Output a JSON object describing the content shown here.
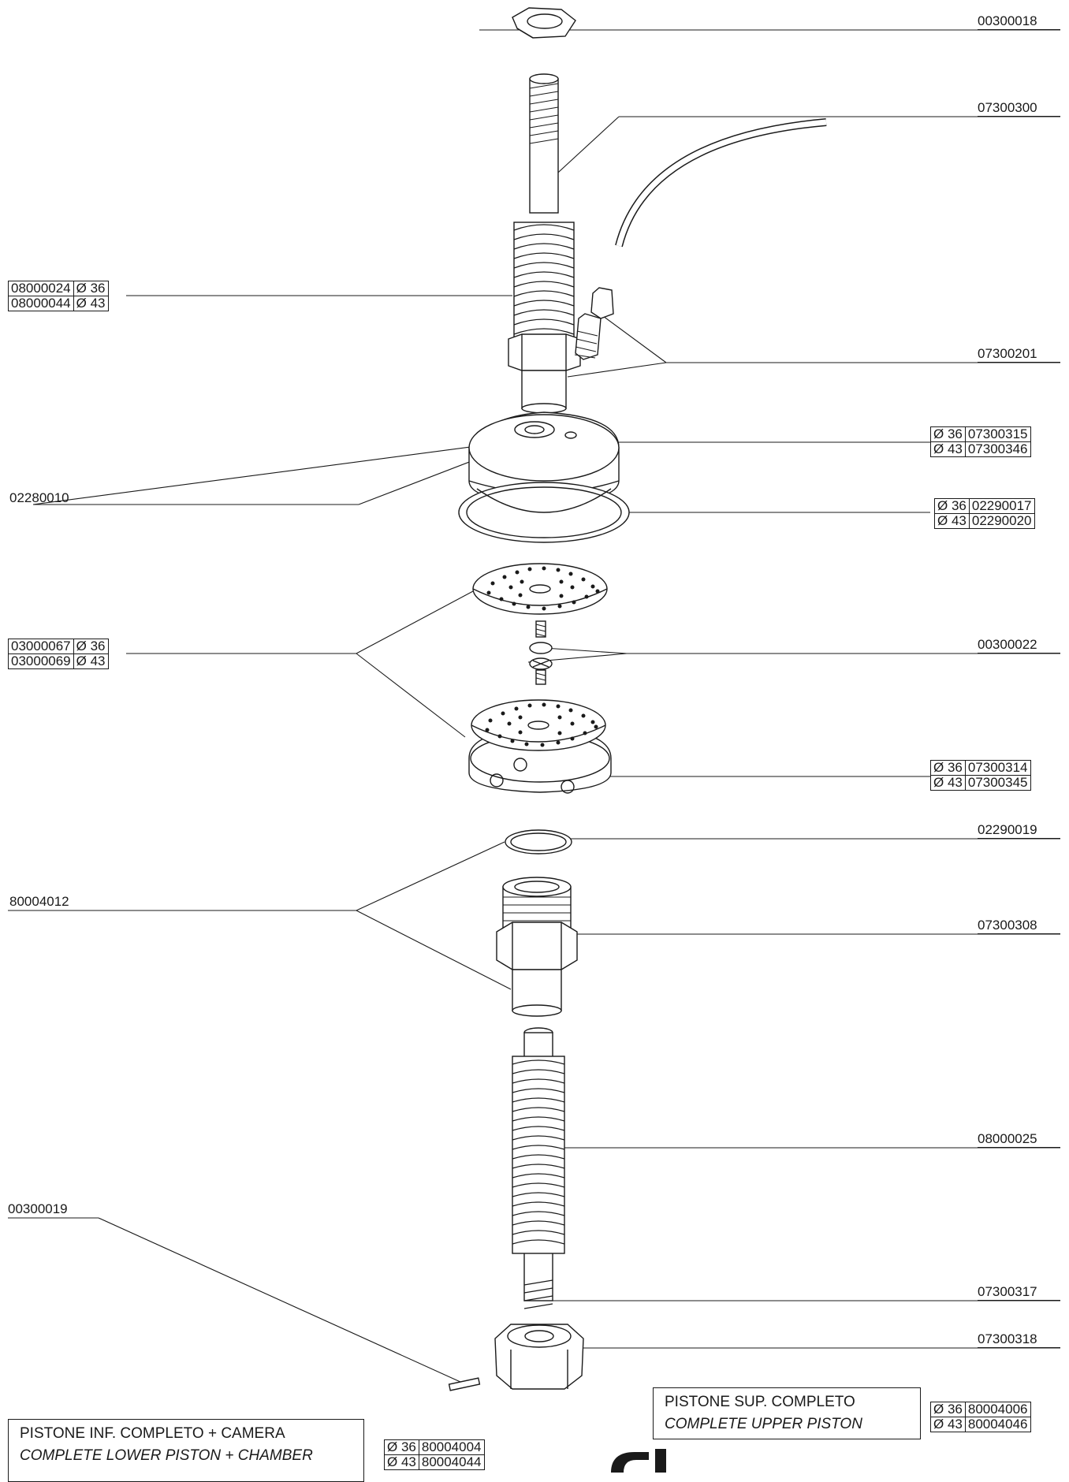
{
  "parts": {
    "p00300018": "00300018",
    "p07300300": "07300300",
    "p07300201": "07300201",
    "p00300022": "00300022",
    "p02290019": "02290019",
    "p07300308": "07300308",
    "p08000025": "08000025",
    "p07300317": "07300317",
    "p07300318": "07300318",
    "p02280010": "02280010",
    "p80004012": "80004012",
    "p00300019": "00300019"
  },
  "spring_upper": [
    {
      "code": "08000024",
      "dia": "Ø 36"
    },
    {
      "code": "08000044",
      "dia": "Ø 43"
    }
  ],
  "piston_cap": [
    {
      "dia": "Ø 36",
      "code": "07300315"
    },
    {
      "dia": "Ø 43",
      "code": "07300346"
    }
  ],
  "oring_large": [
    {
      "dia": "Ø 36",
      "code": "02290017"
    },
    {
      "dia": "Ø 43",
      "code": "02290020"
    }
  ],
  "shower_screen": [
    {
      "code": "03000067",
      "dia": "Ø 36"
    },
    {
      "code": "03000069",
      "dia": "Ø 43"
    }
  ],
  "piston_base": [
    {
      "dia": "Ø 36",
      "code": "07300314"
    },
    {
      "dia": "Ø 43",
      "code": "07300345"
    }
  ],
  "upper_piston": {
    "line1": "PISTONE SUP. COMPLETO",
    "line2": "COMPLETE UPPER PISTON",
    "rows": [
      {
        "dia": "Ø 36",
        "code": "80004006"
      },
      {
        "dia": "Ø 43",
        "code": "80004046"
      }
    ]
  },
  "lower_piston": {
    "line1": "PISTONE INF. COMPLETO + CAMERA",
    "line2": "COMPLETE LOWER PISTON + CHAMBER",
    "rows": [
      {
        "dia": "Ø 36",
        "code": "80004004"
      },
      {
        "dia": "Ø 43",
        "code": "80004044"
      }
    ]
  }
}
